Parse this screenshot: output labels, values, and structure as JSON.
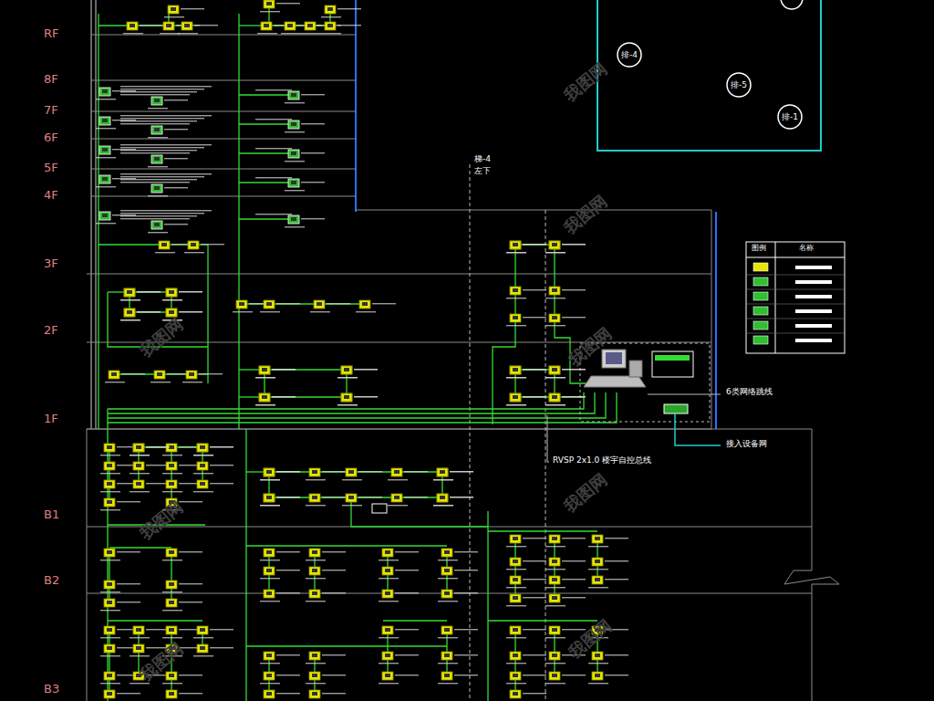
{
  "diagram": {
    "nodes": [
      {
        "text": [
          "排-4"
        ]
      },
      {
        "text": [
          "排-5"
        ]
      },
      {
        "text": [
          "排-1"
        ]
      }
    ],
    "labels": [
      "RF",
      "8F",
      "7F",
      "6F",
      "5F",
      "4F",
      "3F",
      "2F",
      "1F",
      "B1",
      "B2",
      "B3",
      "梯-4",
      "左下",
      "6类网络跳线",
      "接入设备网",
      "RVSP 2x1.0 楼宇自控总线",
      "图例",
      "名称",
      "我图网",
      "我图网",
      "我图网",
      "我图网",
      "我图网",
      "我图网",
      "我图网",
      "我图网"
    ]
  }
}
